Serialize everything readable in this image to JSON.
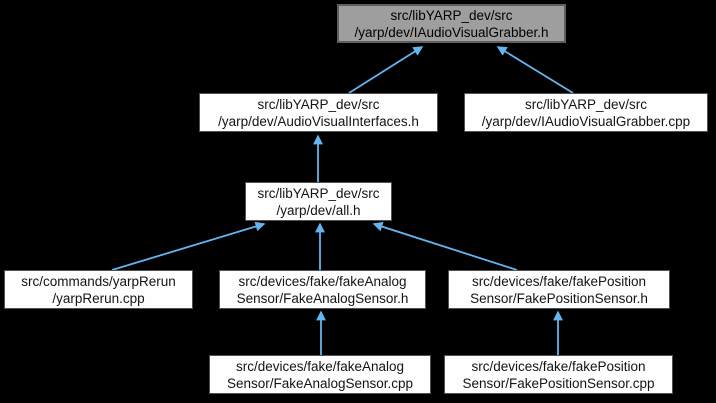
{
  "diagram": {
    "kind": "include-dependency-graph",
    "background_color": "#000000",
    "arrow_color": "#63b4ef",
    "node_fill": "#fefefe",
    "node_border": "#515151",
    "current_node_fill": "#9e9e9e",
    "nodes": [
      {
        "id": "iaudiovisualgrabber_h",
        "label": "src/libYARP_dev/src\n/yarp/dev/IAudioVisualGrabber.h",
        "current": true
      },
      {
        "id": "audiovisualinterfaces_h",
        "label": "src/libYARP_dev/src\n/yarp/dev/AudioVisualInterfaces.h",
        "current": false
      },
      {
        "id": "iaudiovisualgrabber_cpp",
        "label": "src/libYARP_dev/src\n/yarp/dev/IAudioVisualGrabber.cpp",
        "current": false
      },
      {
        "id": "all_h",
        "label": "src/libYARP_dev/src\n/yarp/dev/all.h",
        "current": false
      },
      {
        "id": "yarprerun_cpp",
        "label": "src/commands/yarpRerun\n/yarpRerun.cpp",
        "current": false
      },
      {
        "id": "fakeanalogsensor_h",
        "label": "src/devices/fake/fakeAnalog\nSensor/FakeAnalogSensor.h",
        "current": false
      },
      {
        "id": "fakepositionsensor_h",
        "label": "src/devices/fake/fakePosition\nSensor/FakePositionSensor.h",
        "current": false
      },
      {
        "id": "fakeanalogsensor_cpp",
        "label": "src/devices/fake/fakeAnalog\nSensor/FakeAnalogSensor.cpp",
        "current": false
      },
      {
        "id": "fakepositionsensor_cpp",
        "label": "src/devices/fake/fakePosition\nSensor/FakePositionSensor.cpp",
        "current": false
      }
    ],
    "edges": [
      {
        "from": "audiovisualinterfaces_h",
        "to": "iaudiovisualgrabber_h"
      },
      {
        "from": "iaudiovisualgrabber_cpp",
        "to": "iaudiovisualgrabber_h"
      },
      {
        "from": "all_h",
        "to": "audiovisualinterfaces_h"
      },
      {
        "from": "yarprerun_cpp",
        "to": "all_h"
      },
      {
        "from": "fakeanalogsensor_h",
        "to": "all_h"
      },
      {
        "from": "fakepositionsensor_h",
        "to": "all_h"
      },
      {
        "from": "fakeanalogsensor_cpp",
        "to": "fakeanalogsensor_h"
      },
      {
        "from": "fakepositionsensor_cpp",
        "to": "fakepositionsensor_h"
      }
    ]
  }
}
